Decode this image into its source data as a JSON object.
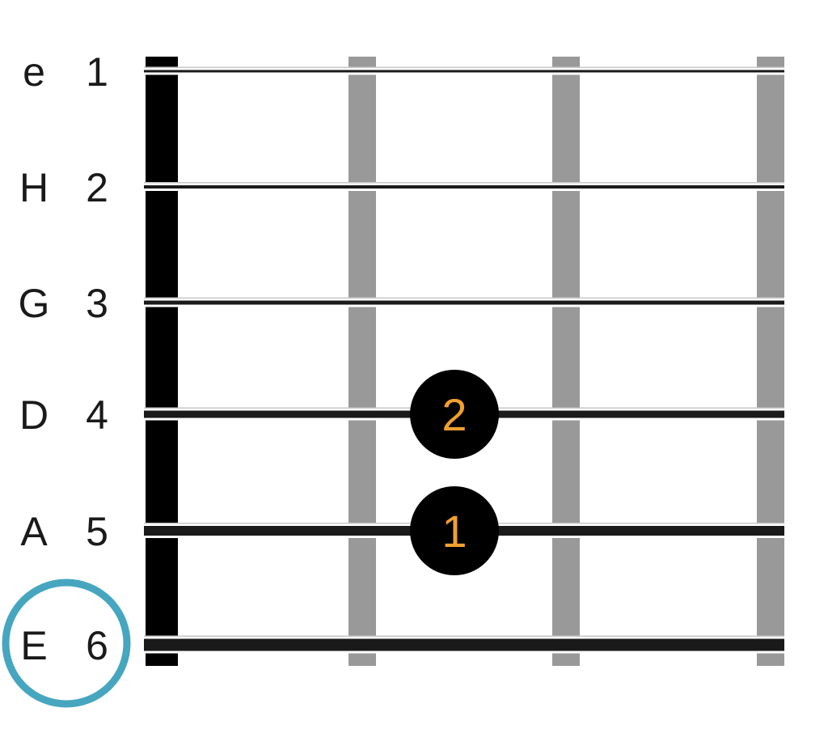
{
  "strings": [
    {
      "name": "e",
      "number": "1"
    },
    {
      "name": "H",
      "number": "2"
    },
    {
      "name": "G",
      "number": "3"
    },
    {
      "name": "D",
      "number": "4"
    },
    {
      "name": "A",
      "number": "5"
    },
    {
      "name": "E",
      "number": "6"
    }
  ],
  "highlighted_string": 6,
  "fret_count": 3,
  "fingers": [
    {
      "label": "2",
      "string": 4,
      "fret": 2
    },
    {
      "label": "1",
      "string": 5,
      "fret": 2
    }
  ],
  "colors": {
    "nut": "#000000",
    "fret": "#999999",
    "string": "#1a1a1a",
    "finger_dot": "#000000",
    "finger_text": "#f0a030",
    "highlight_ring": "#46a6bf"
  }
}
